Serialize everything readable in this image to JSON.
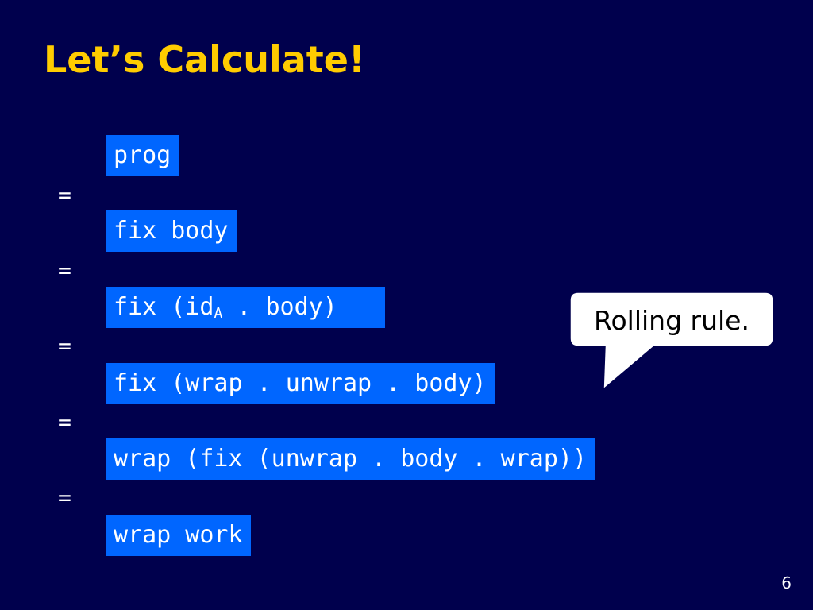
{
  "slide": {
    "title": "Let’s Calculate!",
    "steps": [
      {
        "text": "prog"
      },
      {
        "text": "fix body"
      },
      {
        "pre": "fix (id",
        "sub": "A",
        "post": " . body)"
      },
      {
        "text": "fix (wrap . unwrap . body)"
      },
      {
        "text": "wrap (fix (unwrap . body . wrap))"
      },
      {
        "text": "wrap work"
      }
    ],
    "equals": [
      "=",
      "=",
      "=",
      "=",
      "="
    ],
    "callout": {
      "text": "Rolling rule."
    },
    "page_number": "6"
  },
  "colors": {
    "background": "#00004d",
    "title": "#ffcc00",
    "highlight": "#0066ff",
    "text": "#ffffff",
    "callout_fill": "#ffffff",
    "callout_text": "#000000"
  }
}
